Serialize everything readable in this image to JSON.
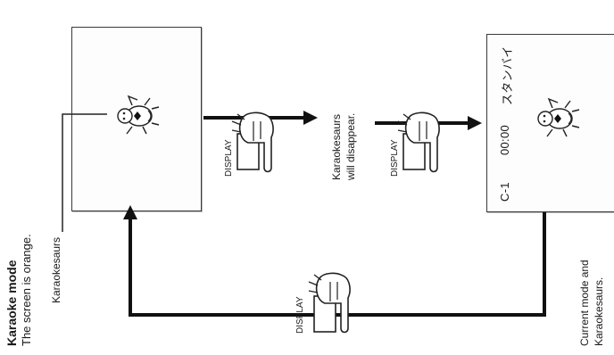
{
  "title": "Karaoke mode",
  "subtitle": "The screen is orange.",
  "label_karaokesaurs": "Karaokesaurs",
  "message_top_line1": "Karaokesaurs",
  "message_top_line2": "will disappear.",
  "message_bottom_line1": "Current mode and",
  "message_bottom_line2": "Karaokesaurs.",
  "button_label": "DISPLAY",
  "osd": {
    "channel": "C-1",
    "time": "00:00",
    "status": "スタンバイ"
  },
  "icons": [
    "dinosaur-icon",
    "hand-pressing-icon",
    "arrow-right-icon",
    "arrow-up-icon"
  ]
}
